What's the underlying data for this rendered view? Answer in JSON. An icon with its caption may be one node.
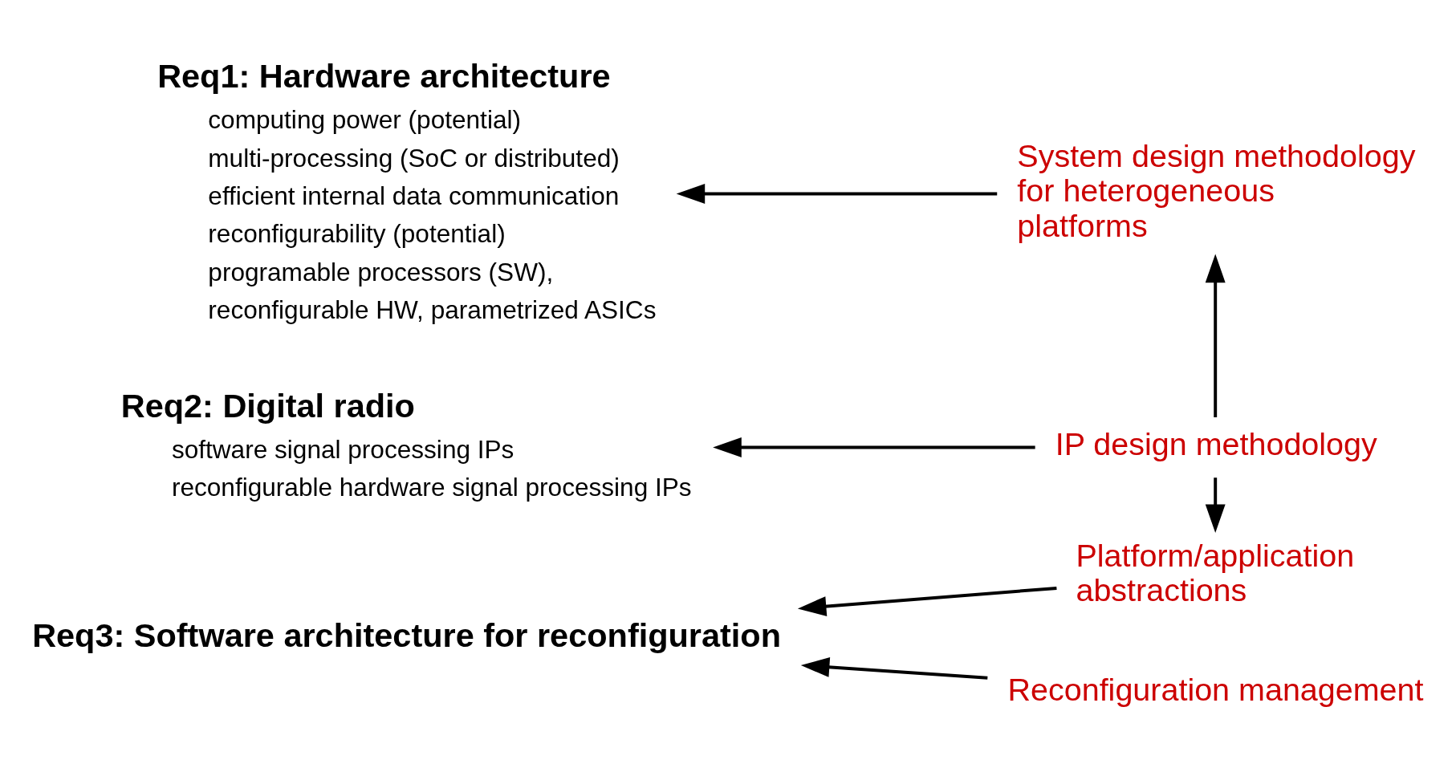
{
  "diagram": {
    "nodes": [
      {
        "text": [
          "Req1: Hardware architecture"
        ],
        "beside": [
          "computing power (potential)",
          "multi-processing (SoC or distributed)",
          "efficient internal data communication",
          "reconfigurability (potential)",
          "programable processors (SW),",
          "reconfigurable HW, parametrized ASICs"
        ]
      },
      {
        "text": [
          "System design methodology for heterogeneous platforms"
        ]
      },
      {
        "text": [
          "IP design methodology"
        ]
      },
      {
        "text": [
          "Req2: Digital radio"
        ],
        "beside": [
          "software signal processing IPs",
          "reconfigurable hardware signal processing IPs"
        ]
      },
      {
        "text": [
          "Platform/application abstractions"
        ]
      },
      {
        "text": [
          "Req3: Software architecture for reconfiguration"
        ]
      },
      {
        "text": [
          "Reconfiguration management"
        ]
      }
    ],
    "edges": [
      {
        "from": 1,
        "to": 0,
        "arrow": "to"
      },
      {
        "from": 2,
        "to": 1,
        "arrow": "to"
      },
      {
        "from": 2,
        "to": 3,
        "arrow": "to"
      },
      {
        "from": 2,
        "to": 4,
        "arrow": "to"
      },
      {
        "from": 4,
        "to": 5,
        "arrow": "to"
      },
      {
        "from": 6,
        "to": 5,
        "arrow": "to"
      }
    ]
  }
}
